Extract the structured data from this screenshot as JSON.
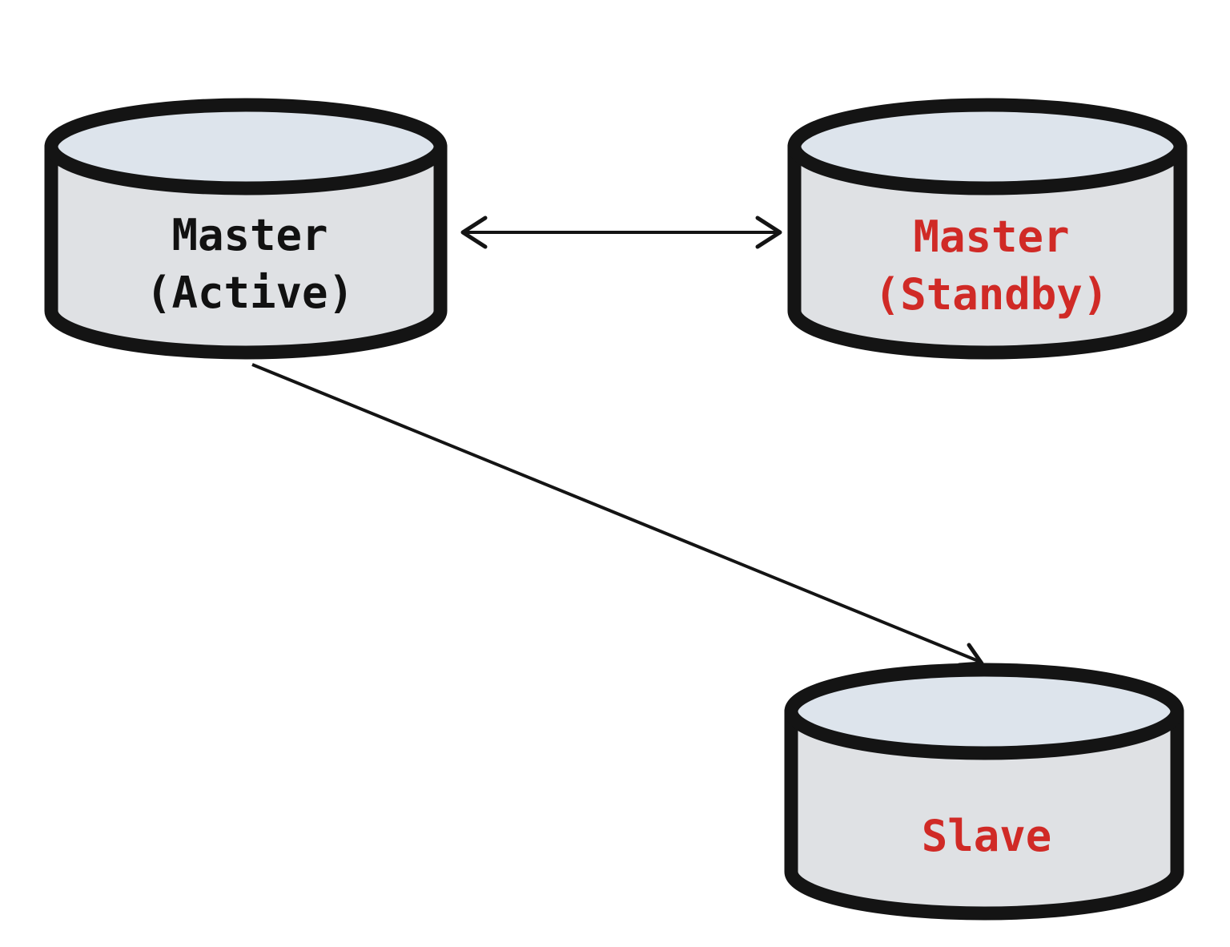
{
  "colors": {
    "background": "#ffffff",
    "outline": "#141414",
    "cylinder_top": "#dde4ec",
    "cylinder_body": "#dfe1e4",
    "text_default": "#111111",
    "text_highlight": "#d02a26"
  },
  "nodes": [
    {
      "id": "master-active",
      "icon": "database-cylinder-icon",
      "lines": [
        "Master",
        "(Active)"
      ],
      "color": "#111111"
    },
    {
      "id": "master-standby",
      "icon": "database-cylinder-icon",
      "lines": [
        "Master",
        "(Standby)"
      ],
      "color": "#d02a26"
    },
    {
      "id": "slave",
      "icon": "database-cylinder-icon",
      "lines": [
        "Slave"
      ],
      "color": "#d02a26"
    }
  ],
  "edges": [
    {
      "from": "master-active",
      "to": "master-standby",
      "direction": "both"
    },
    {
      "from": "master-active",
      "to": "slave",
      "direction": "forward"
    }
  ]
}
